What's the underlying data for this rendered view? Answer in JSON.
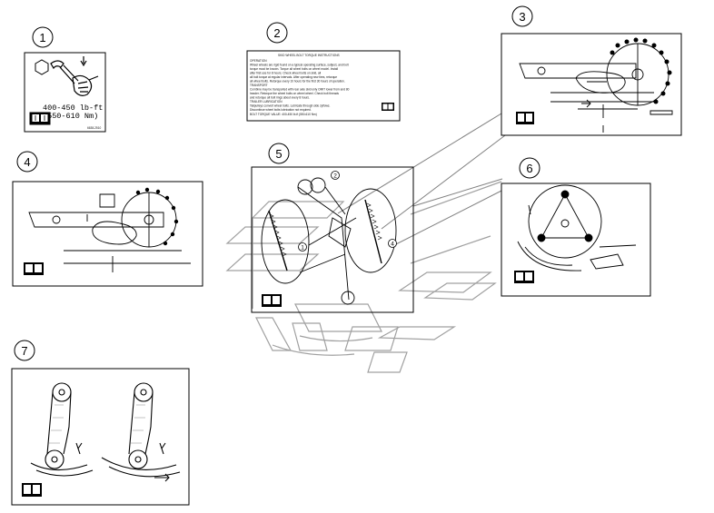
{
  "callouts": [
    "1",
    "2",
    "3",
    "4",
    "5",
    "6",
    "7"
  ],
  "decal_1": {
    "torque_line_1": "400-450 lb-ft",
    "torque_line_2": "(550-610 Nm)",
    "part_no": "6638-2510"
  },
  "decal_2": {
    "title": "SKID WHEEL BOLT TORQUE INSTRUCTIONS",
    "lines": [
      "OPERATION",
      "Wheel wheels are rigid found on a typical operating surface, subject, and bolt",
      "torque must be known. Torque all wheel bolts on wheel model. Install",
      "after first use for 8 hours. Check wheel bolts on skid, all",
      "all bolt torque at regular intervals. After operating new tires, retorque",
      "all wheel bolts. Retorque every 10 hours for the first 30 hours of operation.",
      "TRANSPORT",
      "Combine may be transported with rear axle skid only OMIT lower from and 80",
      "header. Retorque the wheel bolts on wheel wheel. Check bolt threads",
      "and retorque all bolt rings about every 8 hours.",
      "TRAILER LUBRICATION",
      "Tailpulleys convert wheel bolts. Lubricate through side zyflows.",
      "Discontinue wheel bolts lubrication not required.",
      "BOLT TORQUE VALUE: 400-450 lb-ft  (550-610 Nm)"
    ]
  },
  "panel_5": {
    "markers": [
      "2",
      "1",
      "4"
    ]
  },
  "colors": {
    "line": "#000000",
    "ghost": "#9a9a9a",
    "connector": "#777777"
  }
}
